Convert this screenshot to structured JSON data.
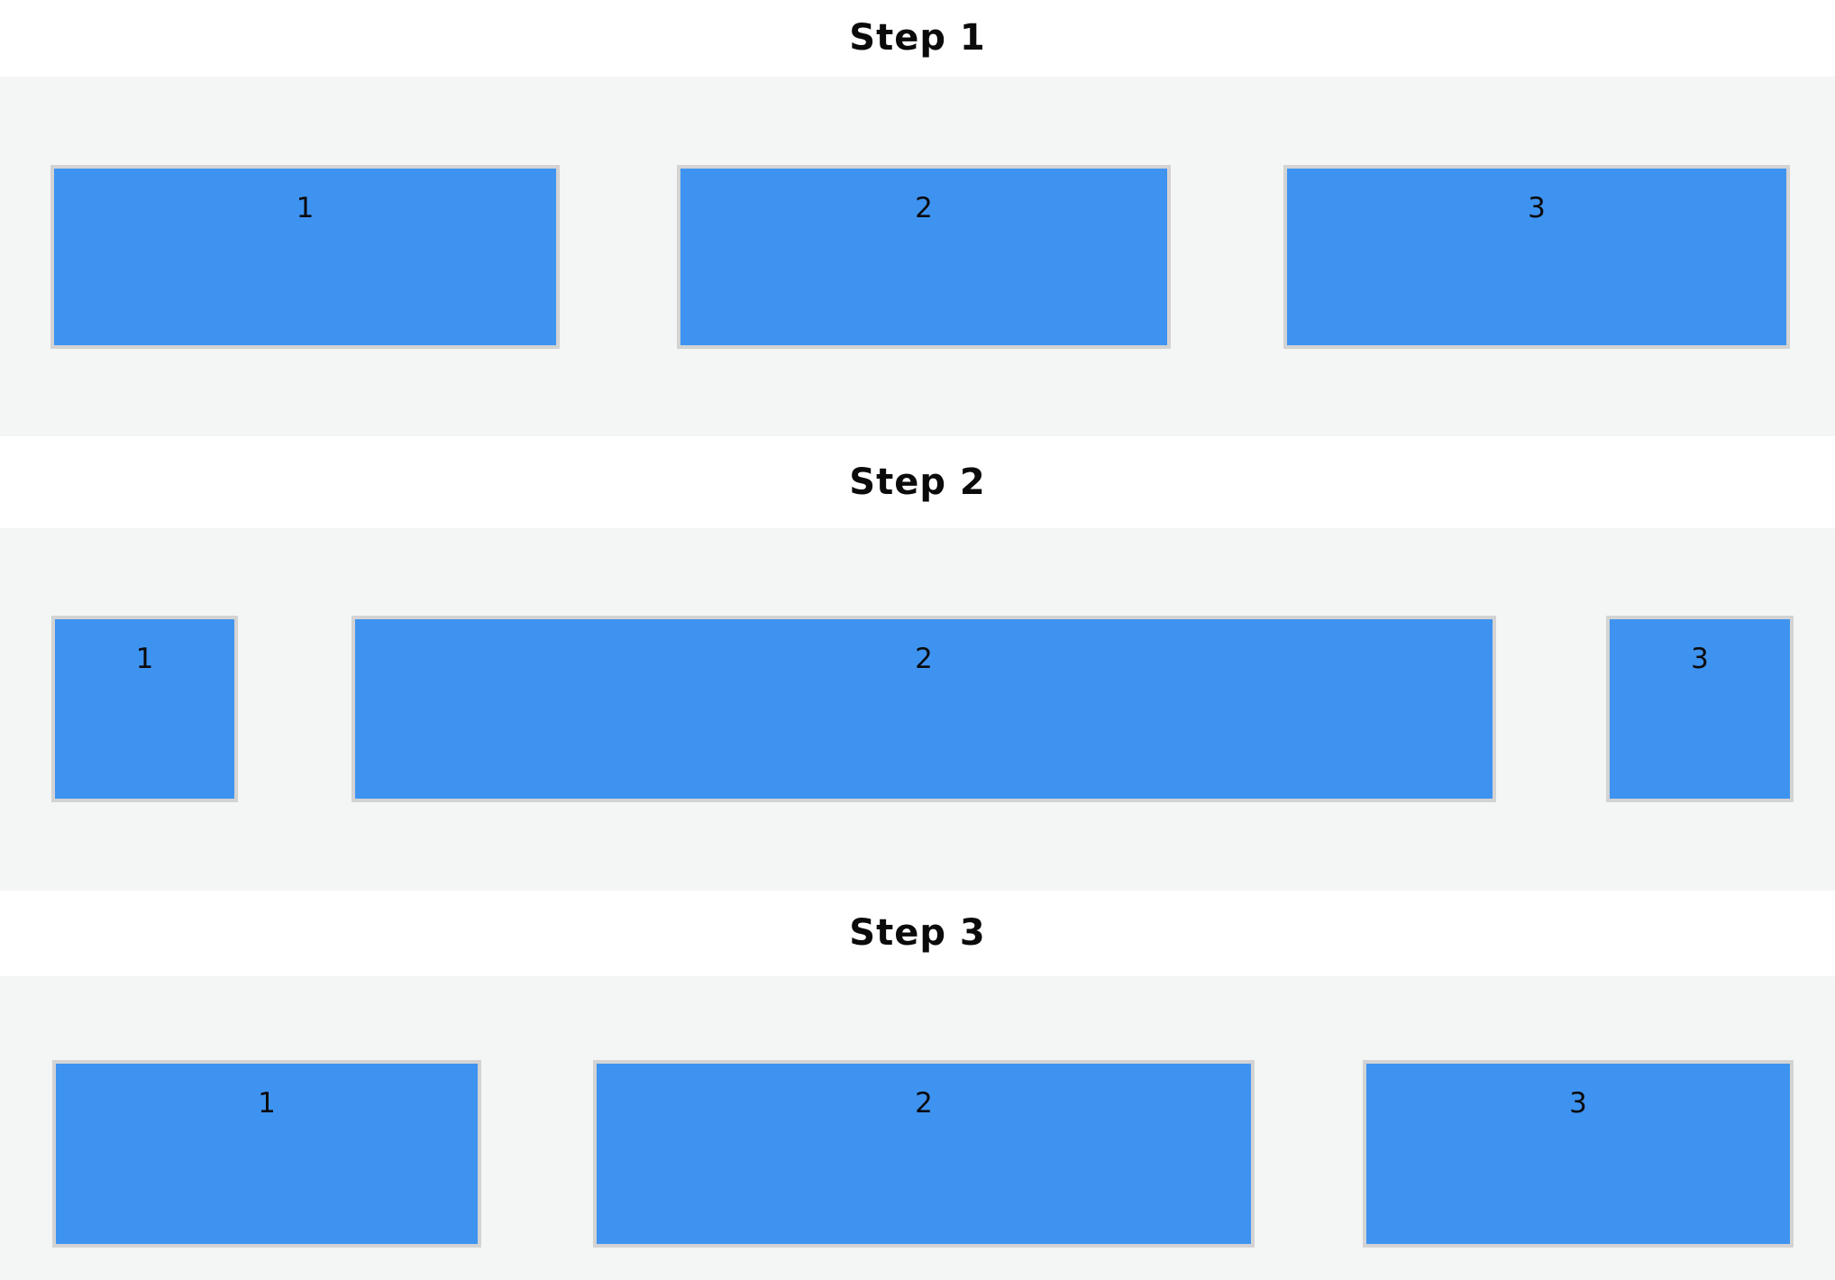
{
  "theme": {
    "page_bg": "#ffffff",
    "band_bg": "#f4f5f5",
    "box_fill": "#3e93f0",
    "box_border": "#d3d3d3",
    "text_color": "#0b0b0b"
  },
  "steps": [
    {
      "title": "Step 1",
      "boxes": [
        {
          "label": "1"
        },
        {
          "label": "2"
        },
        {
          "label": "3"
        }
      ]
    },
    {
      "title": "Step 2",
      "boxes": [
        {
          "label": "1"
        },
        {
          "label": "2"
        },
        {
          "label": "3"
        }
      ]
    },
    {
      "title": "Step 3",
      "boxes": [
        {
          "label": "1"
        },
        {
          "label": "2"
        },
        {
          "label": "3"
        }
      ]
    }
  ]
}
